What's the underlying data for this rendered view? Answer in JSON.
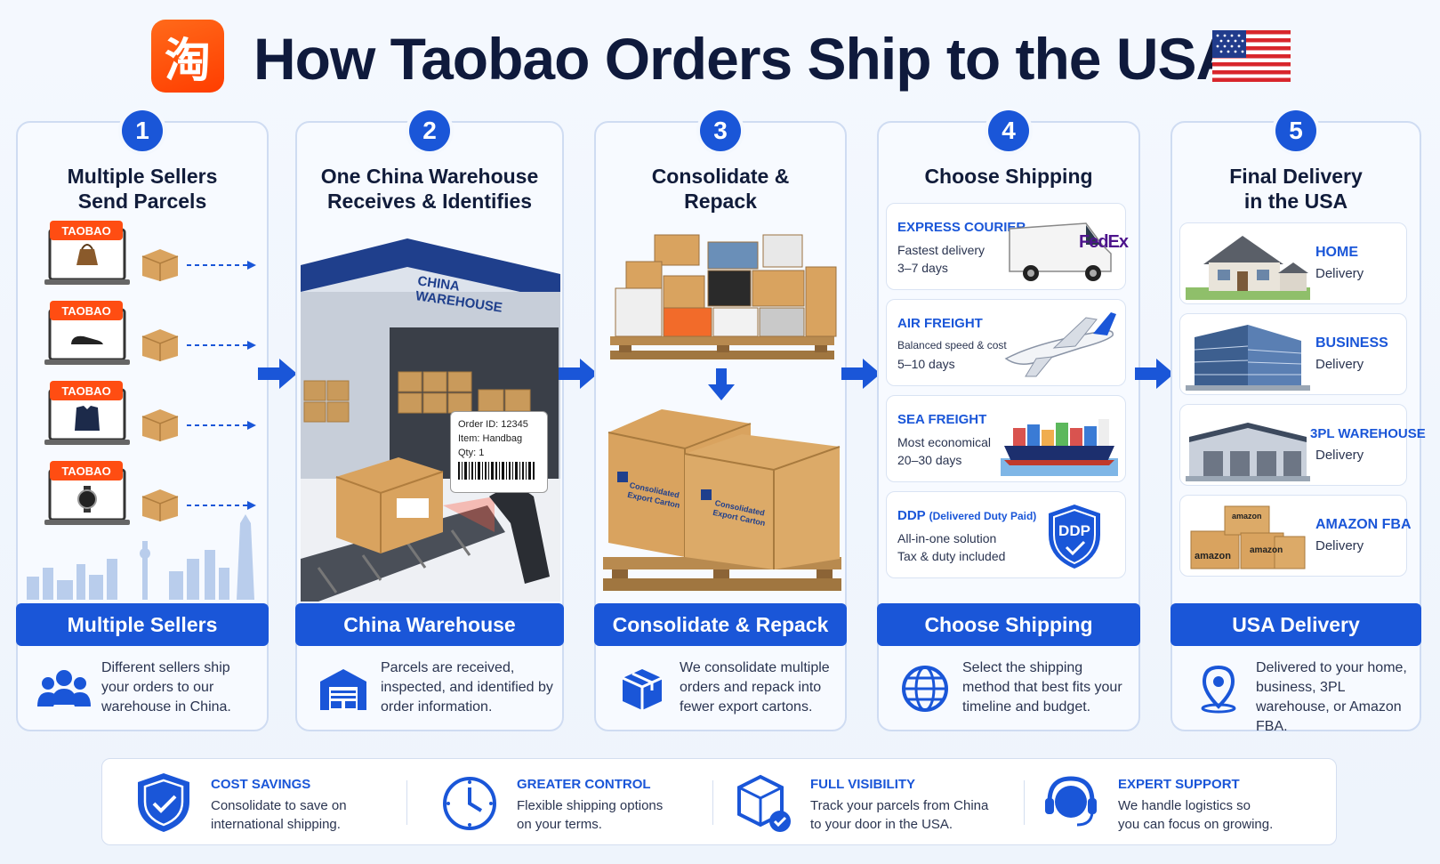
{
  "header": {
    "logo_glyph": "淘",
    "title": "How Taobao Orders Ship to the USA"
  },
  "steps": [
    {
      "number": "1",
      "title": "Multiple Sellers\nSend Parcels",
      "band": "Multiple Sellers",
      "description": "Different sellers ship your orders to our warehouse in China.",
      "icon": "people-icon"
    },
    {
      "number": "2",
      "title": "One China Warehouse\nReceives & Identifies",
      "band": "China Warehouse",
      "description": "Parcels are received, inspected, and identified by order information.",
      "icon": "warehouse-icon"
    },
    {
      "number": "3",
      "title": "Consolidate &\nRepack",
      "band": "Consolidate & Repack",
      "description": "We consolidate multiple orders and repack into fewer export cartons.",
      "icon": "package-icon"
    },
    {
      "number": "4",
      "title": "Choose Shipping",
      "band": "Choose Shipping",
      "description": "Select the shipping method that best fits your timeline and budget.",
      "icon": "globe-icon"
    },
    {
      "number": "5",
      "title": "Final Delivery\nin the USA",
      "band": "USA Delivery",
      "description": "Delivered to your home, business, 3PL warehouse, or Amazon FBA.",
      "icon": "location-pin-icon"
    }
  ],
  "sellers": {
    "tag": "TAOBAO",
    "items": [
      "handbag-icon",
      "sneaker-icon",
      "jacket-icon",
      "watch-icon"
    ]
  },
  "warehouse": {
    "sign_line1": "CHINA",
    "sign_line2": "WAREHOUSE",
    "label_order": "Order ID: 12345",
    "label_item": "Item: Handbag",
    "label_qty": "Qty: 1"
  },
  "consolidate": {
    "carton_line1": "Consolidated",
    "carton_line2": "Export Carton"
  },
  "shipping_options": [
    {
      "name": "EXPRESS COURIER",
      "note": "",
      "line1": "Fastest delivery",
      "line2": "3–7 days",
      "image": "delivery-van-icon",
      "brand": "FedEx"
    },
    {
      "name": "AIR FREIGHT",
      "note": "",
      "line1": "Balanced speed & cost",
      "line2": "5–10 days",
      "image": "airplane-icon",
      "brand": ""
    },
    {
      "name": "SEA FREIGHT",
      "note": "",
      "line1": "Most economical",
      "line2": "20–30 days",
      "image": "cargo-ship-icon",
      "brand": ""
    },
    {
      "name": "DDP",
      "note": "(Delivered Duty Paid)",
      "line1": "All-in-one solution",
      "line2": "Tax & duty included",
      "image": "ddp-shield-icon",
      "brand": "DDP"
    }
  ],
  "destinations": [
    {
      "name": "HOME",
      "sub": "Delivery",
      "image": "house-icon"
    },
    {
      "name": "BUSINESS",
      "sub": "Delivery",
      "image": "office-building-icon"
    },
    {
      "name": "3PL WAREHOUSE",
      "sub": "Delivery",
      "image": "warehouse-building-icon"
    },
    {
      "name": "AMAZON FBA",
      "sub": "Delivery",
      "image": "amazon-boxes-icon",
      "box_label": "amazon"
    }
  ],
  "benefits": [
    {
      "title": "COST SAVINGS",
      "text": "Consolidate to save on\ninternational shipping.",
      "icon": "shield-check-icon"
    },
    {
      "title": "GREATER CONTROL",
      "text": "Flexible shipping options\non your terms.",
      "icon": "clock-icon"
    },
    {
      "title": "FULL VISIBILITY",
      "text": "Track your parcels from China\nto your door in the USA.",
      "icon": "tracked-box-icon"
    },
    {
      "title": "EXPERT SUPPORT",
      "text": "We handle logistics so\nyou can focus on growing.",
      "icon": "headset-icon"
    }
  ],
  "colors": {
    "accent": "#1a56d8",
    "brand": "#ff4d12",
    "title": "#0f1a3c"
  }
}
